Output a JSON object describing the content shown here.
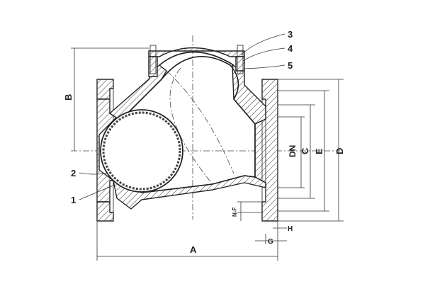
{
  "parts": {
    "part_1": "1",
    "part_2": "2",
    "part_3": "3",
    "part_4": "4",
    "part_5": "5"
  },
  "dimensions": {
    "A": "A",
    "B": "B",
    "DN": "DN",
    "C": "C",
    "E": "E",
    "D": "D",
    "NF": "N-F",
    "G": "G",
    "H": "H"
  },
  "colors": {
    "line": "#222222",
    "background": "#ffffff"
  }
}
